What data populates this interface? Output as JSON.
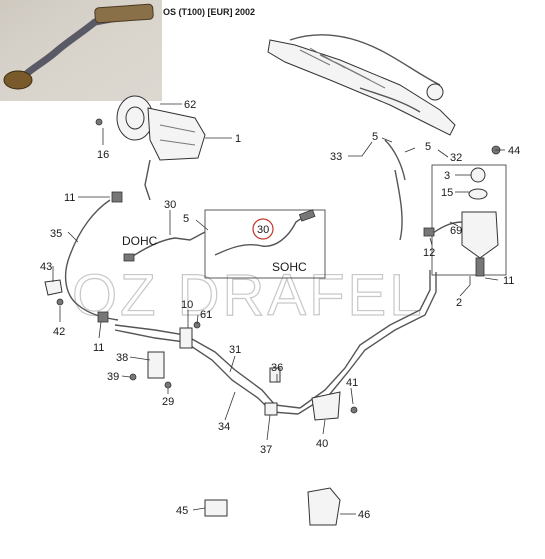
{
  "diagram": {
    "header": "OS (T100) [EUR] 2002",
    "watermark": "OZ DRAFEL",
    "variant_labels": {
      "dohc": "DOHC",
      "sohc": "SOHC"
    },
    "callouts": {
      "c62": "62",
      "c1": "1",
      "c16": "16",
      "c11a": "11",
      "c30a": "30",
      "c5a": "5",
      "c35": "35",
      "c30b": "30",
      "c43": "43",
      "c42": "42",
      "c11b": "11",
      "c10": "10",
      "c61": "61",
      "c38": "38",
      "c39": "39",
      "c29": "29",
      "c31": "31",
      "c34": "34",
      "c36": "36",
      "c37": "37",
      "c41": "41",
      "c40": "40",
      "c45": "45",
      "c46": "46",
      "c33": "33",
      "c5b": "5",
      "c5c": "5",
      "c32": "32",
      "c44": "44",
      "c3": "3",
      "c15": "15",
      "c69": "69",
      "c12": "12",
      "c11c": "11",
      "c2": "2"
    },
    "photo_inset": {
      "subject": "power steering hose photo",
      "highlighted_part": "30"
    }
  }
}
